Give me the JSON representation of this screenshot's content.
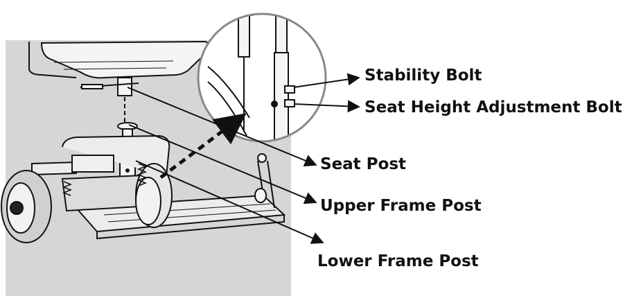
{
  "colors": {
    "background_panel": "#d6d6d6",
    "line": "#111111",
    "magnifier_fill": "#ffffff"
  },
  "labels": {
    "stability_bolt": "Stability Bolt",
    "seat_height_adjustment_bolt": "Seat Height Adjustment Bolt",
    "seat_post": "Seat Post",
    "upper_frame_post": "Upper Frame Post",
    "lower_frame_post": "Lower Frame Post"
  }
}
